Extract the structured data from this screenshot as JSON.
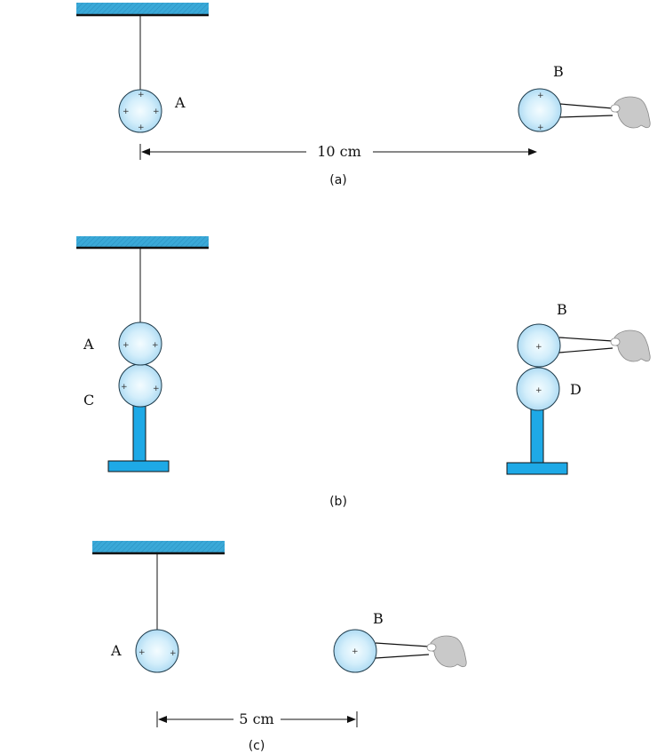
{
  "colors": {
    "ceiling": "#3aa9d8",
    "stand": "#1ea9e6",
    "sphere_light": "#f2fbff",
    "sphere_dark": "#a9d8f2",
    "hand": "#c9c9c9"
  },
  "panel_a": {
    "label_a": "A",
    "label_b": "B",
    "distance": "10 cm",
    "caption": "(a)"
  },
  "panel_b": {
    "label_a": "A",
    "label_b": "B",
    "label_c": "C",
    "label_d": "D",
    "caption": "(b)"
  },
  "panel_c": {
    "label_a": "A",
    "label_b": "B",
    "distance": "5 cm",
    "caption": "(c)"
  },
  "icons": [
    "hand-icon",
    "arrowhead-icon"
  ]
}
